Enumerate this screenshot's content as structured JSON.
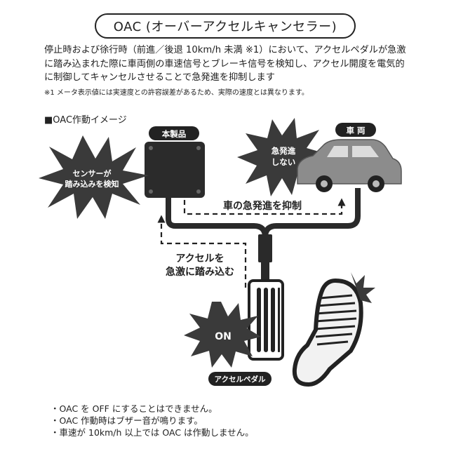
{
  "title": "OAC (オーバーアクセルキャンセラー)",
  "intro": "停止時および徐行時（前進／後退 10km/h 未満 ※1）において、アクセルペダルが急激に踏み込まれた際に車両側の車速信号とブレーキ信号を検知し、アクセル開度を電気的に制御してキャンセルさせることで急発進を抑制します",
  "footnote": "※1 メータ表示値には実速度との許容誤差があるため、実際の速度とは異なります。",
  "section_title": "■OAC作動イメージ",
  "diagram": {
    "product_label": "本製品",
    "car_label": "車 両",
    "sensor_burst": [
      "センサーが",
      "踏み込みを検知"
    ],
    "car_burst": [
      "急発進",
      "しない"
    ],
    "suppress_text": "車の急発進を抑制",
    "accel_text": [
      "アクセルを",
      "急激に踏み込む"
    ],
    "on_text": "ON",
    "pedal_label": "アクセルペダル"
  },
  "notes": [
    "OAC を OFF にすることはできません。",
    "OAC 作動時はブザー音が鳴ります。",
    "車速が 10km/h 以上では OAC は作動しません。"
  ],
  "colors": {
    "ink": "#222222",
    "burst": "#3a3a3a",
    "car": "#8c8c8c",
    "box": "#2b2b2b"
  }
}
